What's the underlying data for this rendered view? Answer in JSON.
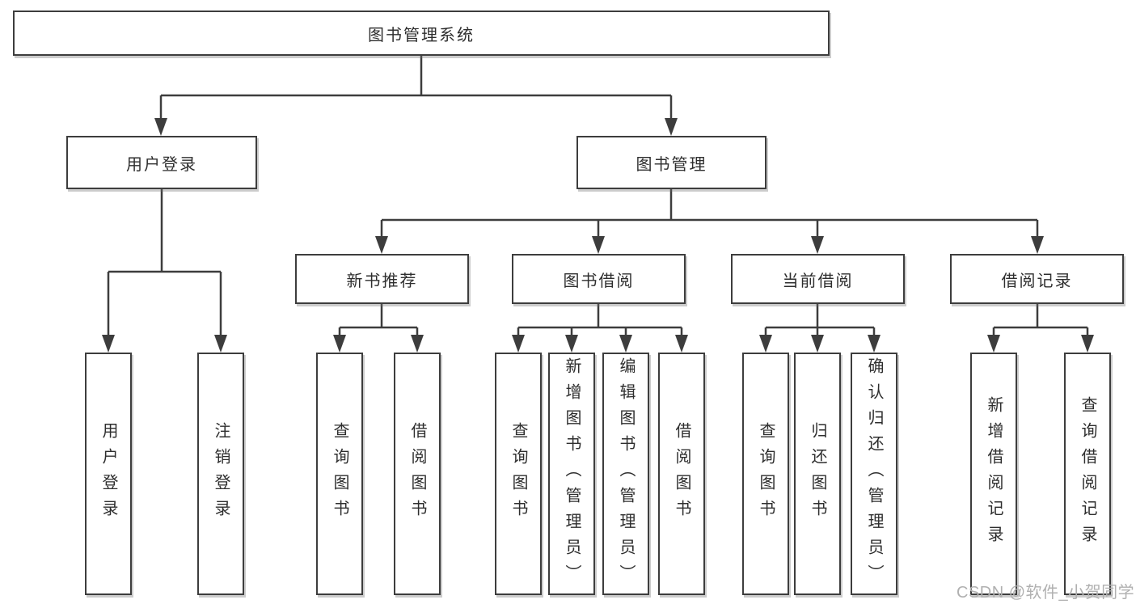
{
  "colors": {
    "line": "#3d3d3d",
    "box_border": "#3d3d3d",
    "box_fill": "#ffffff",
    "text": "#2e2e2e",
    "watermark": "#b0b0b0",
    "background": "#ffffff"
  },
  "watermark": {
    "text": "CSDN @软件_小贺同学"
  },
  "tree": {
    "label": "图书管理系统",
    "children": [
      {
        "label": "用户登录",
        "children": [
          {
            "label": "用户登录"
          },
          {
            "label": "注销登录"
          }
        ]
      },
      {
        "label": "图书管理",
        "children": [
          {
            "label": "新书推荐",
            "children": [
              {
                "label": "查询图书"
              },
              {
                "label": "借阅图书"
              }
            ]
          },
          {
            "label": "图书借阅",
            "children": [
              {
                "label": "查询图书"
              },
              {
                "label": "新增图书（管理员）"
              },
              {
                "label": "编辑图书（管理员）"
              },
              {
                "label": "借阅图书"
              }
            ]
          },
          {
            "label": "当前借阅",
            "children": [
              {
                "label": "查询图书"
              },
              {
                "label": "归还图书"
              },
              {
                "label": "确认归还（管理员）"
              }
            ]
          },
          {
            "label": "借阅记录",
            "children": [
              {
                "label": "新增借阅记录"
              },
              {
                "label": "查询借阅记录"
              }
            ]
          }
        ]
      }
    ]
  }
}
